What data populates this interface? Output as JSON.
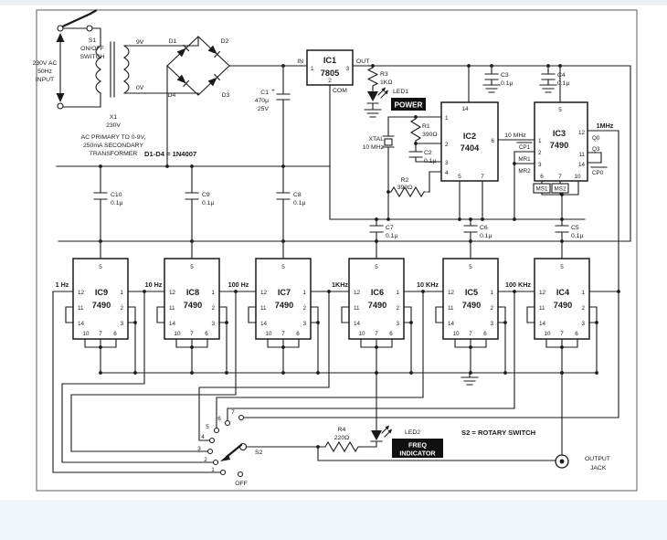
{
  "input": {
    "l1": "230V AC",
    "l2": "50Hz",
    "l3": "INPUT"
  },
  "s1": {
    "name": "S1",
    "l2": "ON/OFF",
    "l3": "SWITCH"
  },
  "transformer": {
    "name": "X1",
    "voltage": "230V",
    "desc1": "AC PRIMARY TO 0-9V,",
    "desc2": "250mA SECONDARY",
    "desc3": "TRANSFORMER",
    "tap9": "9V",
    "tap0": "0V"
  },
  "bridge": {
    "d1": "D1",
    "d2": "D2",
    "d3": "D3",
    "d4": "D4",
    "note": "D1-D4 = 1N4007"
  },
  "ic1": {
    "name": "IC1",
    "part": "7805",
    "p1": "1",
    "p2": "2",
    "p3": "3",
    "in": "IN",
    "out": "OUT",
    "com": "COM"
  },
  "c1": {
    "name": "C1",
    "plus": "+",
    "val": "470µ",
    "volt": "25V"
  },
  "r3": {
    "name": "R3",
    "val": "1KΩ"
  },
  "led1": {
    "name": "LED1",
    "box": "POWER"
  },
  "xtal": {
    "name": "XTAL",
    "val": "10 MHz"
  },
  "r1": {
    "name": "R1",
    "val": "390Ω"
  },
  "r2": {
    "name": "R2",
    "val": "390Ω"
  },
  "c2": {
    "name": "C2",
    "val": "0.1µ"
  },
  "ic2": {
    "name": "IC2",
    "part": "7404",
    "p1": "1",
    "p2": "2",
    "p3": "3",
    "p4": "4",
    "p5": "5",
    "p6": "6",
    "p7": "7",
    "p14": "14"
  },
  "net10mhz": "10 MHz",
  "ic3": {
    "name": "IC3",
    "part": "7490",
    "p1": "1",
    "p2": "2",
    "p3": "3",
    "p5": "5",
    "p6": "6",
    "p7": "7",
    "p10": "10",
    "p11": "11",
    "p12": "12",
    "p14": "14",
    "cp1": "CP1",
    "mr1": "MR1",
    "mr2": "MR2",
    "ms1": "MS1",
    "ms2": "MS2",
    "q0": "Q0",
    "q3": "Q3",
    "cp0": "CP0",
    "net": "1MHz"
  },
  "caps": {
    "c3": "C3",
    "c4": "C4",
    "c5": "C5",
    "c6": "C6",
    "c7": "C7",
    "c8": "C8",
    "c9": "C9",
    "c10": "C10",
    "val": "0.1µ"
  },
  "counter_pins": {
    "p1": "1",
    "p2": "2",
    "p3": "3",
    "p5": "5",
    "p6": "6",
    "p7": "7",
    "p10": "10",
    "p11": "11",
    "p12": "12",
    "p14": "14"
  },
  "counters": [
    {
      "name": "IC9",
      "part": "7490",
      "freq": "1 Hz"
    },
    {
      "name": "IC8",
      "part": "7490",
      "freq": "10 Hz"
    },
    {
      "name": "IC7",
      "part": "7490",
      "freq": "100 Hz"
    },
    {
      "name": "IC6",
      "part": "7490",
      "freq": "1KHz"
    },
    {
      "name": "IC5",
      "part": "7490",
      "freq": "10 KHz"
    },
    {
      "name": "IC4",
      "part": "7490",
      "freq": "100 KHz"
    }
  ],
  "s2": {
    "name": "S2",
    "off": "OFF",
    "note": "S2 = ROTARY SWITCH",
    "pos": [
      "1",
      "2",
      "3",
      "4",
      "5",
      "6",
      "7"
    ]
  },
  "r4": {
    "name": "R4",
    "val": "220Ω"
  },
  "led2": {
    "name": "LED2",
    "box1": "FREQ",
    "box2": "INDICATOR"
  },
  "output": {
    "l1": "OUTPUT",
    "l2": "JACK"
  }
}
